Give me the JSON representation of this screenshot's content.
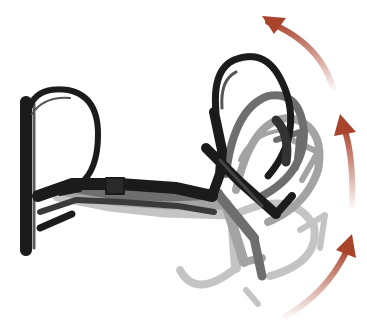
{
  "header": {
    "text": ""
  },
  "diagram": {
    "subject": "pendulum-stand",
    "layers": [
      "ghost-pose-3",
      "ghost-pose-2",
      "ghost-pose-1",
      "current-pose"
    ],
    "motion_arrow_count": 3,
    "colors": {
      "ink": "#1b1b1b",
      "ghost_dark": "#6e6e6e",
      "ghost_light": "#b0b0b0",
      "arrow": "#a8432c",
      "background": "#ffffff"
    }
  }
}
